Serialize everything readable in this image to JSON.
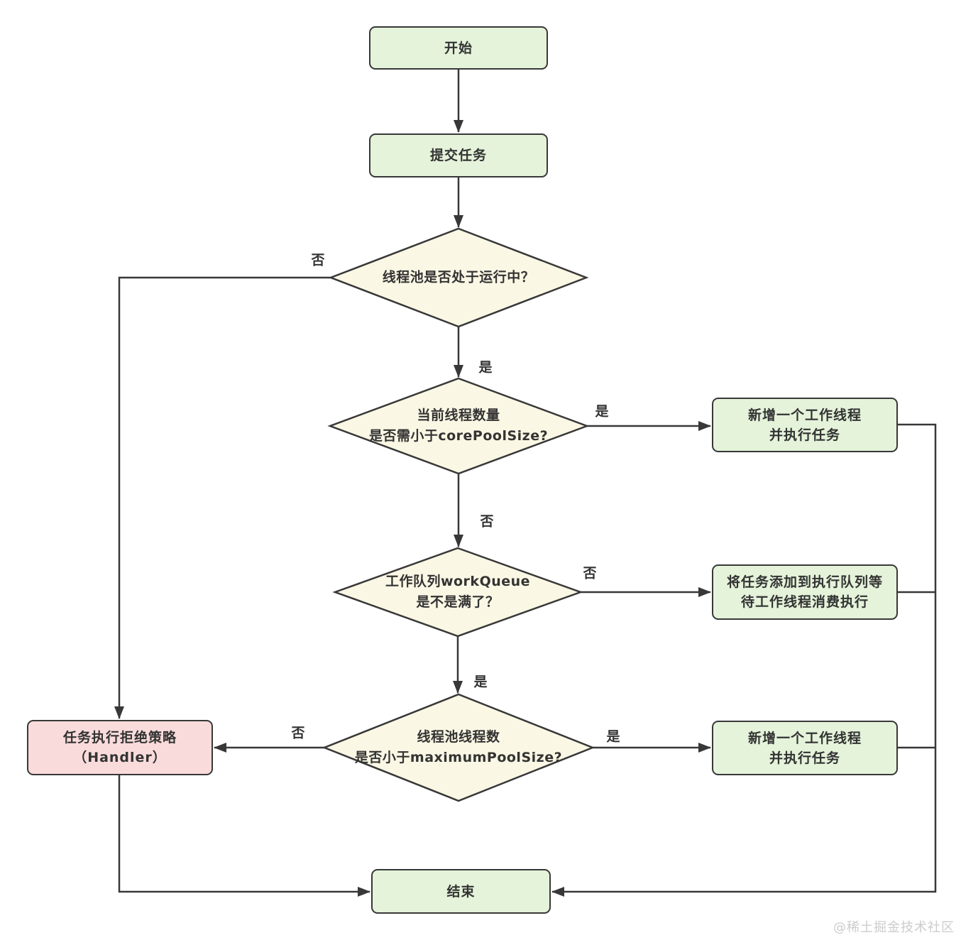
{
  "colors": {
    "node_green": "#e4f3da",
    "node_pink": "#fadbdb",
    "diamond_fill": "#faf7e4",
    "border": "#383838",
    "line": "#383838",
    "text": "#333333",
    "watermark": "#cccccc",
    "bg": "#ffffff"
  },
  "nodes": {
    "start": {
      "label": "开始"
    },
    "submit": {
      "label": "提交任务"
    },
    "d1": {
      "label": "线程池是否处于运行中？"
    },
    "d2": {
      "line1": "当前线程数量",
      "line2": "是否需小于corePoolSize?"
    },
    "d3": {
      "line1": "工作队列workQueue",
      "line2": "是不是满了？"
    },
    "d4": {
      "line1": "线程池线程数",
      "line2": "是否小于maximumPoolSize?"
    },
    "add_worker_1": {
      "line1": "新增一个工作线程",
      "line2": "并执行任务"
    },
    "enqueue": {
      "line1": "将任务添加到执行队列等",
      "line2": "待工作线程消费执行"
    },
    "add_worker_2": {
      "line1": "新增一个工作线程",
      "line2": "并执行任务"
    },
    "reject": {
      "line1": "任务执行拒绝策略",
      "line2": "（Handler）"
    },
    "end": {
      "label": "结束"
    }
  },
  "edge_labels": {
    "d1_no": "否",
    "d1_yes": "是",
    "d2_yes": "是",
    "d2_no": "否",
    "d3_no": "否",
    "d3_yes": "是",
    "d4_yes": "是",
    "d4_no": "否"
  },
  "watermark": "@稀土掘金技术社区"
}
